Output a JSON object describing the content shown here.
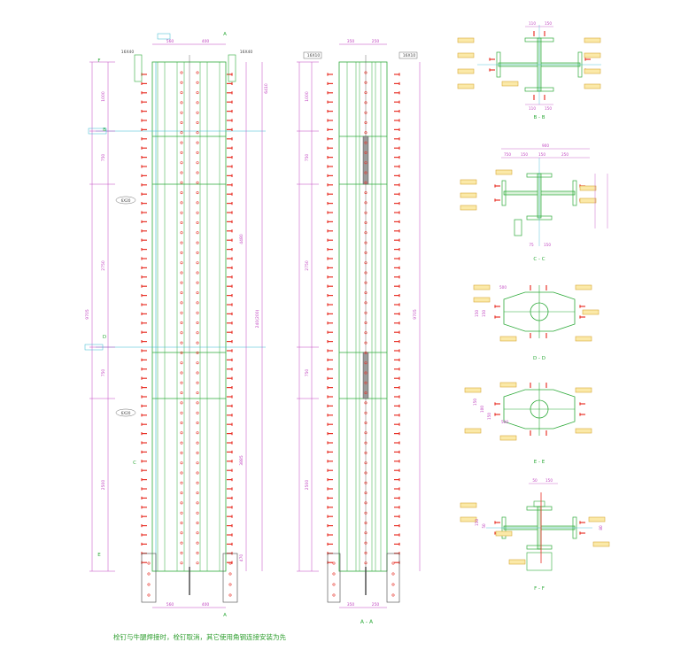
{
  "colors": {
    "outline": "#2eaa3a",
    "dimension": "#c044c0",
    "bolt": "#e8342a",
    "label_box": "#d8a838",
    "cyan": "#36b8d0",
    "dark": "#444444"
  },
  "elevation_left": {
    "top_dims": [
      "560",
      "400"
    ],
    "bottom_dims": [
      "560",
      "400"
    ],
    "left_dims": [
      "1000",
      "750",
      "2750",
      "750",
      "2500"
    ],
    "overall_dims": [
      "9705",
      "6410"
    ],
    "right_dims": [
      "4480",
      "3885",
      "470",
      "240(200)"
    ],
    "corner_top_left": "16X40",
    "corner_top_right": "16X40",
    "plate_tags": [
      "6X20",
      "6X20"
    ],
    "section_marks": [
      "F",
      "B",
      "D",
      "C",
      "E",
      "A"
    ]
  },
  "elevation_right": {
    "top_dims": [
      "350",
      "250"
    ],
    "bottom_dims": [
      "350",
      "250"
    ],
    "left_dims": [
      "1000",
      "750",
      "2750",
      "750",
      "2500"
    ],
    "overall_dim": "9705",
    "corner_top_left": "16X10",
    "corner_top_right": "16X10",
    "title": "A - A"
  },
  "sections": [
    {
      "title": "B - B",
      "dims": [
        "110",
        "150",
        "110",
        "150"
      ]
    },
    {
      "title": "C - C",
      "dims": [
        "900",
        "150",
        "150",
        "250",
        "750",
        "75",
        "150"
      ]
    },
    {
      "title": "D - D",
      "dims": [
        "500",
        "150",
        "150"
      ]
    },
    {
      "title": "E - E",
      "dims": [
        "150",
        "100",
        "150",
        "500"
      ]
    },
    {
      "title": "F - F",
      "dims": [
        "50",
        "150",
        "150",
        "50",
        "80"
      ]
    }
  ],
  "note": "栓钉与牛腿焊接时，栓钉取消，其它使用角钢连接安装为先"
}
